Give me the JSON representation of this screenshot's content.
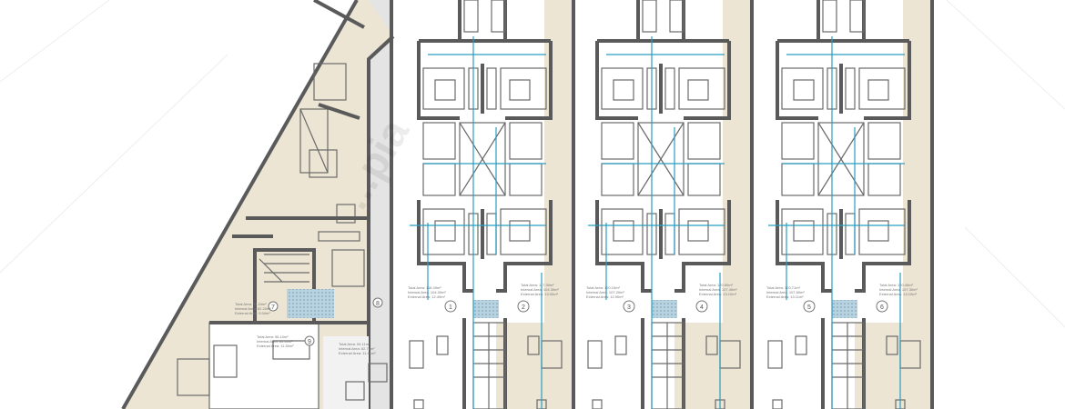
{
  "title": "Floor plan",
  "colors": {
    "finish": "#ece5d3",
    "walls": "#5a5a5a",
    "dimension": "#2a9dbf",
    "core_hatch": "#9fc3d6"
  },
  "watermark": "...pia",
  "left_block": {
    "units": [
      {
        "number": "7",
        "total": "Total Area: 91.24m²",
        "internal": "Internal Area: 82.20m²",
        "external": "External Area: 9.04m²"
      },
      {
        "number": "8",
        "total": "Total Area: 94.11m²",
        "internal": "Internal Area: 82.70m²",
        "external": "External Area: 11.41m²"
      },
      {
        "number": "9",
        "total": "Total Area: 96.10m²",
        "internal": "Internal Area: 84.60m²",
        "external": "External Area: 11.50m²"
      }
    ]
  },
  "units": [
    {
      "left": {
        "number": "1",
        "total": "Total Area: 116.49m²",
        "internal": "Internal Area: 104.00m²",
        "external": "External Area: 12.49m²"
      },
      "right": {
        "number": "2",
        "total": "Total Area: 117.30m²",
        "internal": "Internal Area: 104.30m²",
        "external": "External Area: 13.00m²"
      }
    },
    {
      "left": {
        "number": "3",
        "total": "Total Area: 120.10m²",
        "internal": "Internal Area: 107.20m²",
        "external": "External Area: 12.90m²"
      },
      "right": {
        "number": "4",
        "total": "Total Area: 120.50m²",
        "internal": "Internal Area: 107.40m²",
        "external": "External Area: 13.10m²"
      }
    },
    {
      "left": {
        "number": "5",
        "total": "Total Area: 120.71m²",
        "internal": "Internal Area: 107.60m²",
        "external": "External Area: 13.11m²"
      },
      "right": {
        "number": "6",
        "total": "Total Area: 120.40m²",
        "internal": "Internal Area: 107.30m²",
        "external": "External Area: 13.10m²"
      }
    }
  ]
}
